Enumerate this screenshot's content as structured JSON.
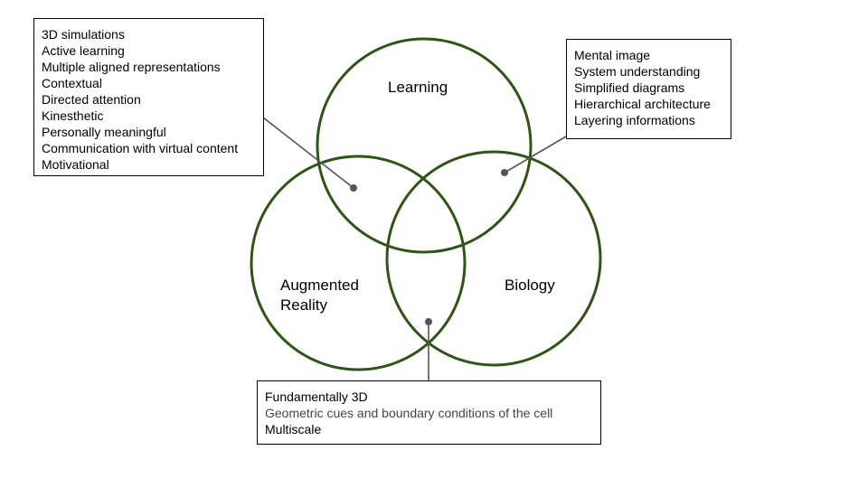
{
  "circles": {
    "learning": {
      "label": "Learning"
    },
    "augmented_reality": {
      "label_line1": "Augmented",
      "label_line2": "Reality"
    },
    "biology": {
      "label": "Biology"
    }
  },
  "callouts": {
    "learning_ar": {
      "items": [
        "3D simulations",
        "Active learning",
        "Multiple aligned representations",
        "Contextual",
        "Directed attention",
        "Kinesthetic",
        "Personally meaningful",
        "Communication with virtual content",
        "Motivational"
      ]
    },
    "learning_biology": {
      "items": [
        "Mental image",
        "System understanding",
        "Simplified diagrams",
        "Hierarchical architecture",
        "Layering informations"
      ]
    },
    "ar_biology": {
      "items": [
        "Fundamentally 3D",
        "Geometric cues and boundary conditions of the cell",
        "Multiscale"
      ]
    }
  },
  "colors": {
    "circle_stroke": "#2f5418",
    "connector": "#555555",
    "muted_text": "#444444"
  }
}
